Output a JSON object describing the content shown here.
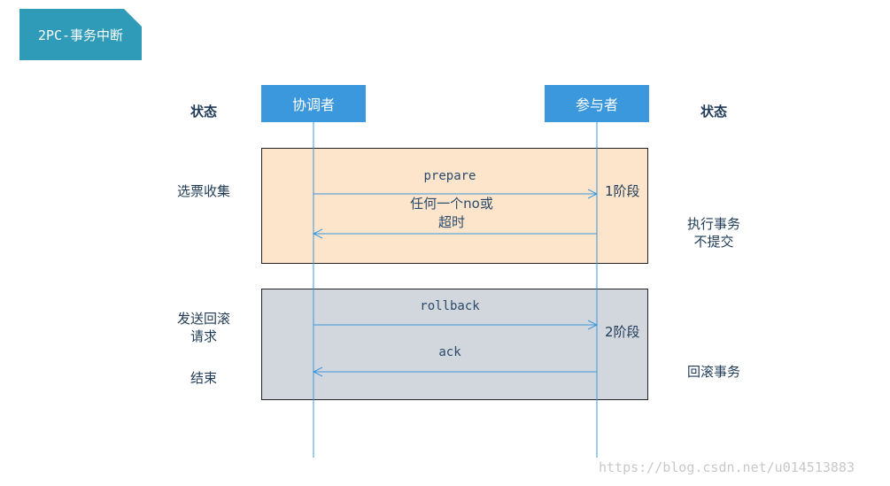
{
  "title": "2PC-事务中断",
  "actors": {
    "coordinator": "协调者",
    "participant": "参与者"
  },
  "state_heading_left": "状态",
  "state_heading_right": "状态",
  "left_states": {
    "vote_collect": "选票收集",
    "send_rollback_line1": "发送回滚",
    "send_rollback_line2": "请求",
    "end": "结束"
  },
  "right_states": {
    "exec_line1": "执行事务",
    "exec_line2": "不提交",
    "rollback_tx": "回滚事务"
  },
  "phases": {
    "phase1": "1阶段",
    "phase2": "2阶段"
  },
  "messages": {
    "prepare": "prepare",
    "reply_line1": "任何一个no或",
    "reply_line2": "超时",
    "rollback": "rollback",
    "ack": "ack"
  },
  "colors": {
    "phase1_fill": "#fde5cc",
    "phase2_fill": "#d2d6dd",
    "lifeline": "#3c98dc",
    "actor_fill": "#3c98dc",
    "title_fill": "#2f9bb8"
  },
  "watermark": "https://blog.csdn.net/u014513883"
}
